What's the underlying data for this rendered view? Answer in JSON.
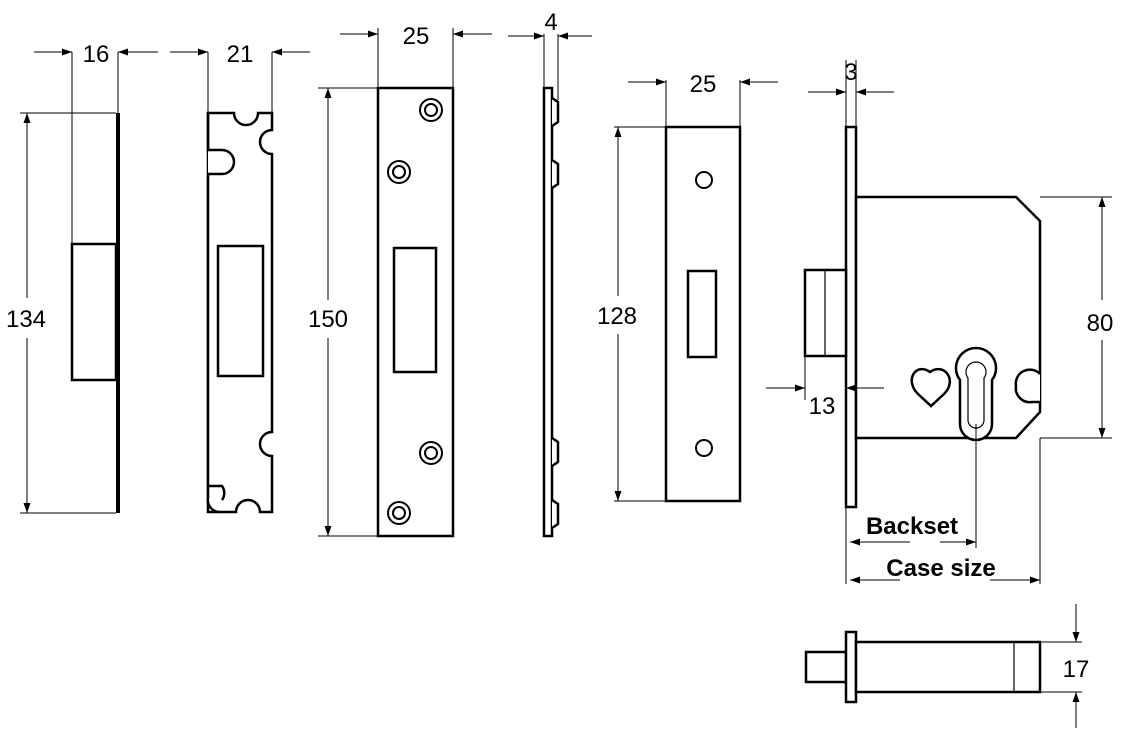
{
  "dimensions": {
    "strip_width": "16",
    "strip_height": "134",
    "rebate_width": "21",
    "plate_width": "25",
    "plate_height": "150",
    "side_thickness": "4",
    "keep_width": "25",
    "keep_height": "128",
    "forend_thickness": "3",
    "bolt_projection": "13",
    "case_height": "80",
    "backset": "Backset",
    "case_size": "Case size",
    "bolt_width": "17"
  }
}
